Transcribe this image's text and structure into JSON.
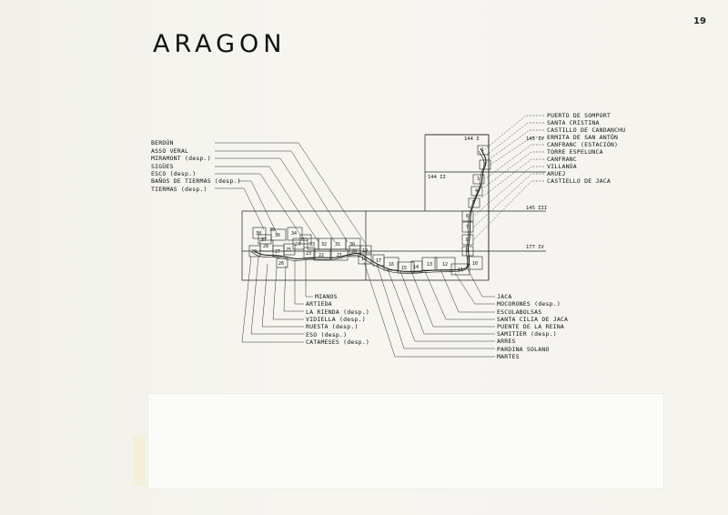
{
  "page_number": "19",
  "title": "ARAGON",
  "labels_top_left": [
    "BERDÚN",
    "ASSO VERAL",
    "MIRAMONT  (desp.)",
    "SIGÜES",
    "ESCO      (desp.)",
    "BAÑOS DE TIERMAS  (desp.)",
    "TIERMAS    (desp.)"
  ],
  "labels_bottom_left": [
    "MIANOS",
    "ARTIEDA",
    "LA RIENDA  (desp.)",
    "VIDIELLA  (desp.)",
    "RUESTA     (desp.)",
    "ESO        (desp.)",
    "CATAMESES  (desp.)"
  ],
  "labels_top_right": [
    "PUERTO DE SOMPORT",
    "SANTA CRISTINA",
    "CASTILLO DE CANDANCHU",
    "ERMITA DE SAN ANTÓN",
    "CANFRANC (ESTACIÓN)",
    "TORRE ESPELUNCA",
    "CANFRANC",
    "VILLANÚA",
    "ARUEJ",
    "CASTIELLO DE JACA"
  ],
  "labels_bottom_right": [
    "JACA",
    "MOCORONES (desp.)",
    "ESCULABOLSAS",
    "SANTA CILIA DE JACA",
    "PUENTE DE LA REINA",
    "SAMITIER (desp.)",
    "ARRES",
    "PARDINA SOLANO",
    "MARTES"
  ],
  "sheet_numbers": [
    "144 I",
    "145 IV",
    "144 II",
    "145 III",
    "177 IV"
  ],
  "segment_numbers": [
    "1",
    "2",
    "3",
    "4",
    "5",
    "6",
    "7",
    "8",
    "9",
    "10",
    "11",
    "12",
    "13",
    "14",
    "15",
    "16",
    "17",
    "18",
    "19",
    "20",
    "21",
    "22",
    "23",
    "24",
    "25",
    "26",
    "27",
    "28",
    "29",
    "30",
    "31",
    "32",
    "33",
    "34",
    "35",
    "36",
    "37",
    "38",
    "39"
  ]
}
